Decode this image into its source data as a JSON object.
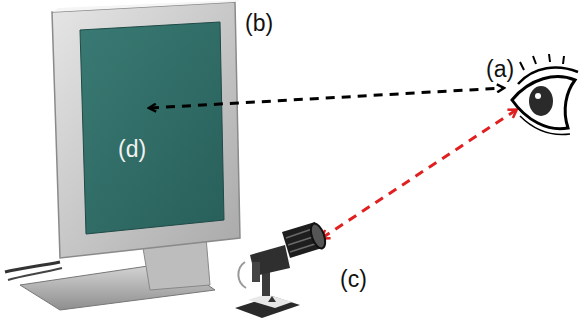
{
  "diagram": {
    "labels": [
      "(b)",
      "(a)",
      "(d)",
      "(c)"
    ]
  }
}
